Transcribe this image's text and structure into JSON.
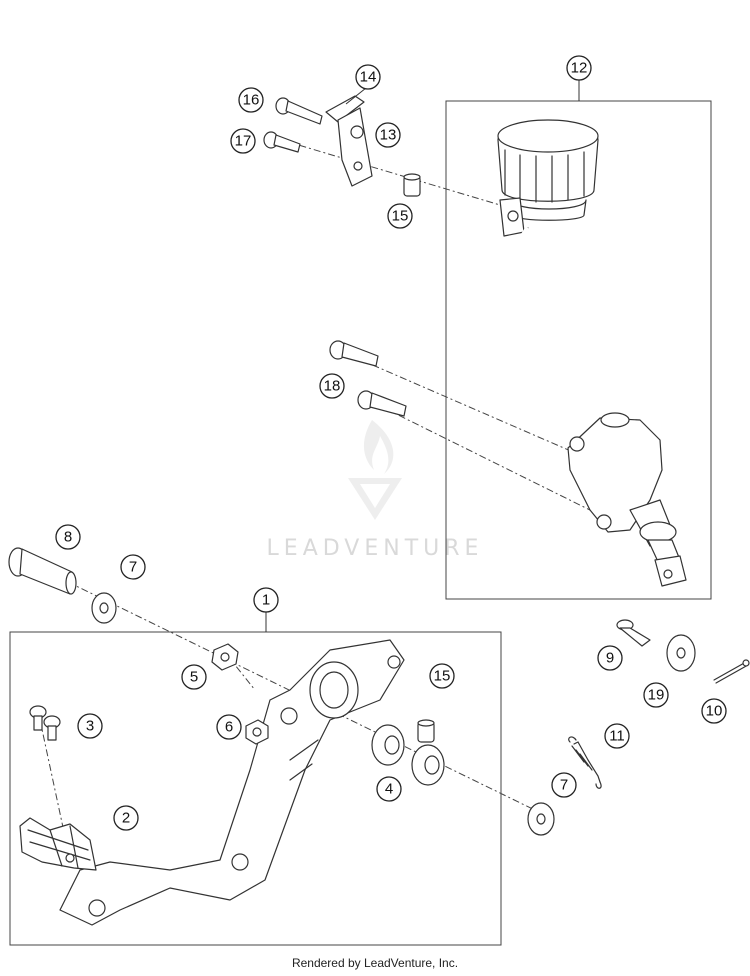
{
  "diagram": {
    "callouts": [
      {
        "id": "c1",
        "label": "1"
      },
      {
        "id": "c2",
        "label": "2"
      },
      {
        "id": "c3",
        "label": "3"
      },
      {
        "id": "c4",
        "label": "4"
      },
      {
        "id": "c5",
        "label": "5"
      },
      {
        "id": "c6",
        "label": "6"
      },
      {
        "id": "c7a",
        "label": "7"
      },
      {
        "id": "c7b",
        "label": "7"
      },
      {
        "id": "c8",
        "label": "8"
      },
      {
        "id": "c9",
        "label": "9"
      },
      {
        "id": "c10",
        "label": "10"
      },
      {
        "id": "c11",
        "label": "11"
      },
      {
        "id": "c12",
        "label": "12"
      },
      {
        "id": "c13",
        "label": "13"
      },
      {
        "id": "c14",
        "label": "14"
      },
      {
        "id": "c15a",
        "label": "15"
      },
      {
        "id": "c15b",
        "label": "15"
      },
      {
        "id": "c16",
        "label": "16"
      },
      {
        "id": "c17",
        "label": "17"
      },
      {
        "id": "c18",
        "label": "18"
      },
      {
        "id": "c19",
        "label": "19"
      }
    ],
    "watermark": "LEADVENTURE",
    "footer": "Rendered by LeadVenture, Inc."
  }
}
